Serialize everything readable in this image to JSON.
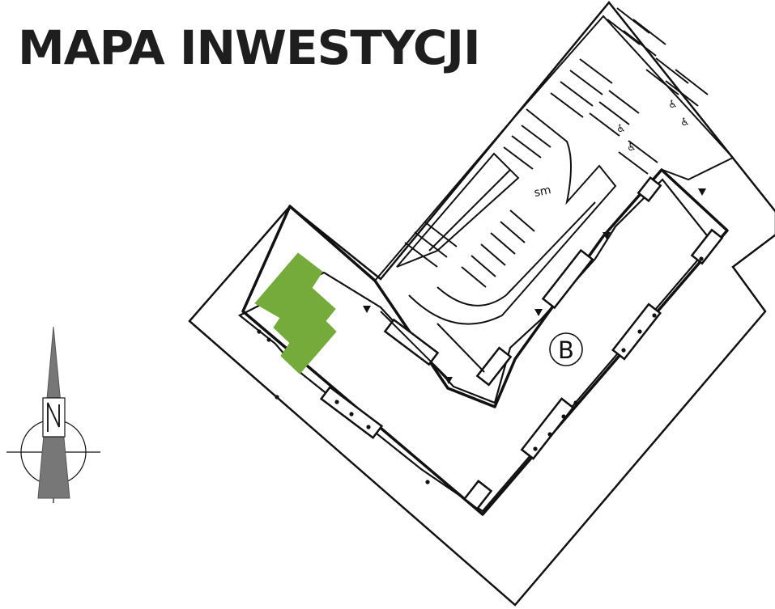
{
  "title": "MAPA INWESTYCJI",
  "building": {
    "label": "B"
  },
  "parking": {
    "aisle_label": "sm",
    "accessible_spaces": 4
  },
  "icons": {
    "accessible": "wheelchair-icon",
    "entrance": "entrance-arrow-icon",
    "compass": "north-arrow-icon"
  },
  "colors": {
    "title": "#1e1e1e",
    "line": "#111111",
    "highlight": "#74ab3b",
    "compass": "#777777"
  }
}
